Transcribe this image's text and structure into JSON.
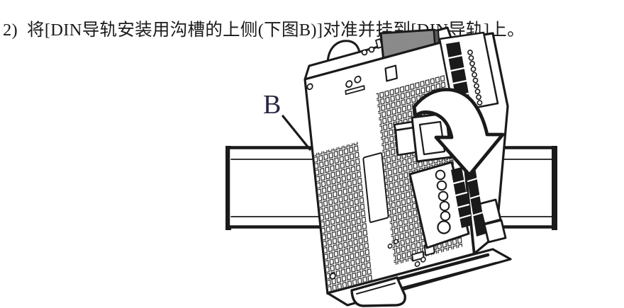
{
  "instruction": {
    "step_number": "2)",
    "text": "将[DIN导轨安装用沟槽的上侧(下图B)]对准并挂到[DIN导轨]上。"
  },
  "figure": {
    "label_b": "B"
  },
  "colors": {
    "ink": "#1a1a1a",
    "panel_gray": "#8a8a8a",
    "panel_gray_dark": "#5a5a5a",
    "label_blue": "#252540",
    "background": "#ffffff"
  }
}
